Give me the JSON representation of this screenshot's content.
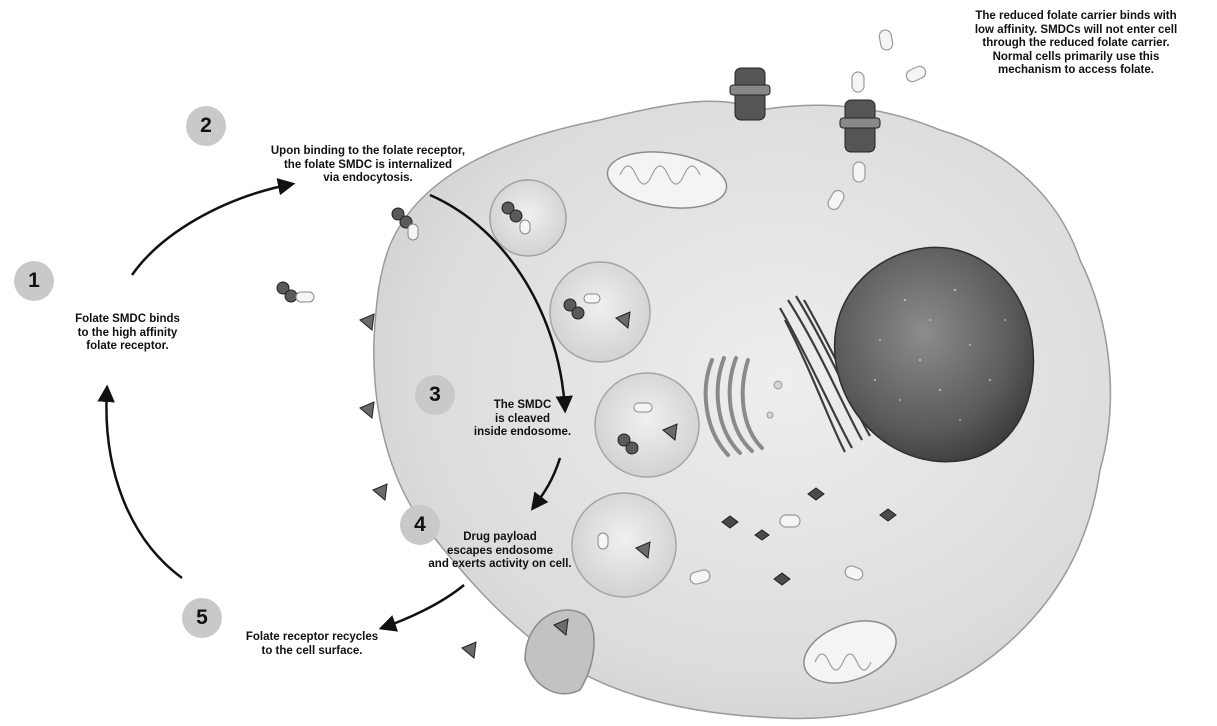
{
  "steps": [
    {
      "number": "1",
      "text": "Folate SMDC binds\nto the high affinity\nfolate receptor."
    },
    {
      "number": "2",
      "text": "Upon binding to the folate receptor,\nthe folate SMDC is internalized\nvia endocytosis."
    },
    {
      "number": "3",
      "text": "The SMDC\nis cleaved\ninside endosome."
    },
    {
      "number": "4",
      "text": "Drug payload\nescapes endosome\nand exerts activity on cell."
    },
    {
      "number": "5",
      "text": "Folate receptor recycles\nto the cell surface."
    }
  ],
  "carrier_note": "The reduced folate carrier binds with\nlow affinity. SMDCs will not enter cell\nthrough the reduced folate carrier.\nNormal cells primarily use this\nmechanism to access folate."
}
